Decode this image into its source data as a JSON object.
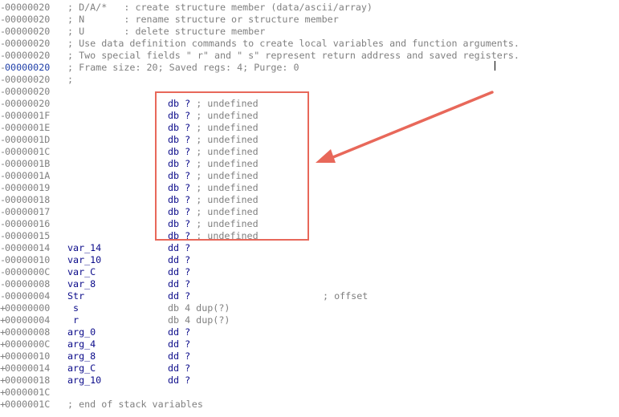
{
  "colors": {
    "gray_text": "#808080",
    "blue_text": "#0b0b8a",
    "annotation": "#e8685a"
  },
  "header": [
    {
      "prefix": "-",
      "addr": "00000020",
      "text": "; D/A/*   : create structure member (data/ascii/array)"
    },
    {
      "prefix": "-",
      "addr": "00000020",
      "text": "; N       : rename structure or structure member"
    },
    {
      "prefix": "-",
      "addr": "00000020",
      "text": "; U       : delete structure member"
    },
    {
      "prefix": "-",
      "addr": "00000020",
      "text": "; Use data definition commands to create local variables and function arguments."
    },
    {
      "prefix": "-",
      "addr": "00000020",
      "text": "; Two special fields \" r\" and \" s\" represent return address and saved registers."
    },
    {
      "prefix": "-",
      "addr": "00000020",
      "text": "; Frame size: 20; Saved regs: 4; Purge: 0",
      "current": true
    },
    {
      "prefix": "-",
      "addr": "00000020",
      "text": ";"
    },
    {
      "prefix": "-",
      "addr": "00000020",
      "text": ""
    }
  ],
  "undefined_rows": [
    {
      "addr": "00000020",
      "kw": "db",
      "q": "?",
      "cmt": "; undefined"
    },
    {
      "addr": "0000001F",
      "kw": "db",
      "q": "?",
      "cmt": "; undefined"
    },
    {
      "addr": "0000001E",
      "kw": "db",
      "q": "?",
      "cmt": "; undefined"
    },
    {
      "addr": "0000001D",
      "kw": "db",
      "q": "?",
      "cmt": "; undefined"
    },
    {
      "addr": "0000001C",
      "kw": "db",
      "q": "?",
      "cmt": "; undefined"
    },
    {
      "addr": "0000001B",
      "kw": "db",
      "q": "?",
      "cmt": "; undefined"
    },
    {
      "addr": "0000001A",
      "kw": "db",
      "q": "?",
      "cmt": "; undefined"
    },
    {
      "addr": "00000019",
      "kw": "db",
      "q": "?",
      "cmt": "; undefined"
    },
    {
      "addr": "00000018",
      "kw": "db",
      "q": "?",
      "cmt": "; undefined"
    },
    {
      "addr": "00000017",
      "kw": "db",
      "q": "?",
      "cmt": "; undefined"
    },
    {
      "addr": "00000016",
      "kw": "db",
      "q": "?",
      "cmt": "; undefined"
    },
    {
      "addr": "00000015",
      "kw": "db",
      "q": "?",
      "cmt": "; undefined"
    }
  ],
  "members": [
    {
      "prefix": "-",
      "addr": "00000014",
      "name": "var_14",
      "kw": "dd",
      "q": "?"
    },
    {
      "prefix": "-",
      "addr": "00000010",
      "name": "var_10",
      "kw": "dd",
      "q": "?"
    },
    {
      "prefix": "-",
      "addr": "0000000C",
      "name": "var_C",
      "kw": "dd",
      "q": "?"
    },
    {
      "prefix": "-",
      "addr": "00000008",
      "name": "var_8",
      "kw": "dd",
      "q": "?"
    },
    {
      "prefix": "-",
      "addr": "00000004",
      "name": "Str",
      "kw": "dd",
      "q": "?",
      "cmt": "; offset"
    },
    {
      "prefix": "+",
      "addr": "00000000",
      "name": " s",
      "kw": "db 4 dup(?)",
      "q": "",
      "dim": true
    },
    {
      "prefix": "+",
      "addr": "00000004",
      "name": " r",
      "kw": "db 4 dup(?)",
      "q": "",
      "dim": true
    },
    {
      "prefix": "+",
      "addr": "00000008",
      "name": "arg_0",
      "kw": "dd",
      "q": "?"
    },
    {
      "prefix": "+",
      "addr": "0000000C",
      "name": "arg_4",
      "kw": "dd",
      "q": "?"
    },
    {
      "prefix": "+",
      "addr": "00000010",
      "name": "arg_8",
      "kw": "dd",
      "q": "?"
    },
    {
      "prefix": "+",
      "addr": "00000014",
      "name": "arg_C",
      "kw": "dd",
      "q": "?"
    },
    {
      "prefix": "+",
      "addr": "00000018",
      "name": "arg_10",
      "kw": "dd",
      "q": "?"
    }
  ],
  "footer": [
    {
      "prefix": "+",
      "addr": "0000001C",
      "text": ""
    },
    {
      "prefix": "+",
      "addr": "0000001C",
      "text": "; end of stack variables"
    }
  ]
}
